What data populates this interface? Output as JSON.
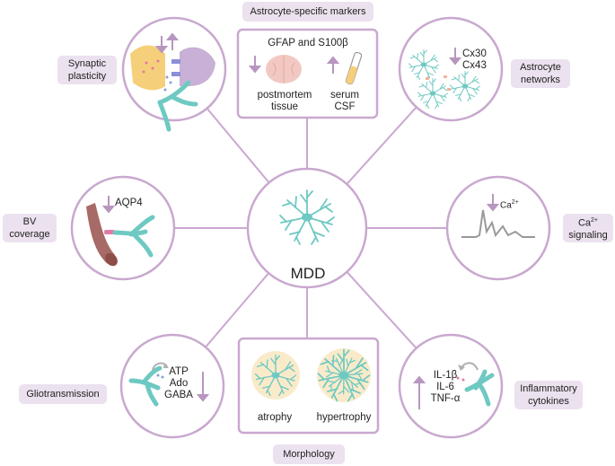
{
  "center": {
    "label": "MDD"
  },
  "markers": {
    "title": "Astrocyte-specific markers",
    "header": "GFAP and S100β",
    "left_line1": "postmortem",
    "left_line2": "tissue",
    "right_line1": "serum",
    "right_line2": "CSF"
  },
  "synaptic": {
    "line1": "Synaptic",
    "line2": "plasticity"
  },
  "networks": {
    "line1": "Astrocyte",
    "line2": "networks",
    "cx30": "Cx30",
    "cx43": "Cx43"
  },
  "bv": {
    "line1": "BV",
    "line2": "coverage",
    "aqp4": "AQP4"
  },
  "calcium": {
    "ion": "Ca",
    "charge": "2+",
    "label_suffix": "signaling"
  },
  "glio": {
    "label": "Gliotransmission",
    "items": [
      "ATP",
      "Ado",
      "GABA"
    ]
  },
  "morphology": {
    "title": "Morphology",
    "left": "atrophy",
    "right": "hypertrophy"
  },
  "inflammatory": {
    "line1": "Inflammatory",
    "line2": "cytokines",
    "items": [
      "IL-1β",
      "IL-6",
      "TNF-α"
    ]
  },
  "colors": {
    "border": "#c9a8cf",
    "label_bg": "#ece1ee",
    "arrow": "#b796c0",
    "astrocyte": "#6ec9c2",
    "vessel": "#a86a66",
    "neuron_pre": "#f6cf7a",
    "neuron_post": "#c8b0d6",
    "brain": "#f2c9c2",
    "trace": "#999999"
  }
}
